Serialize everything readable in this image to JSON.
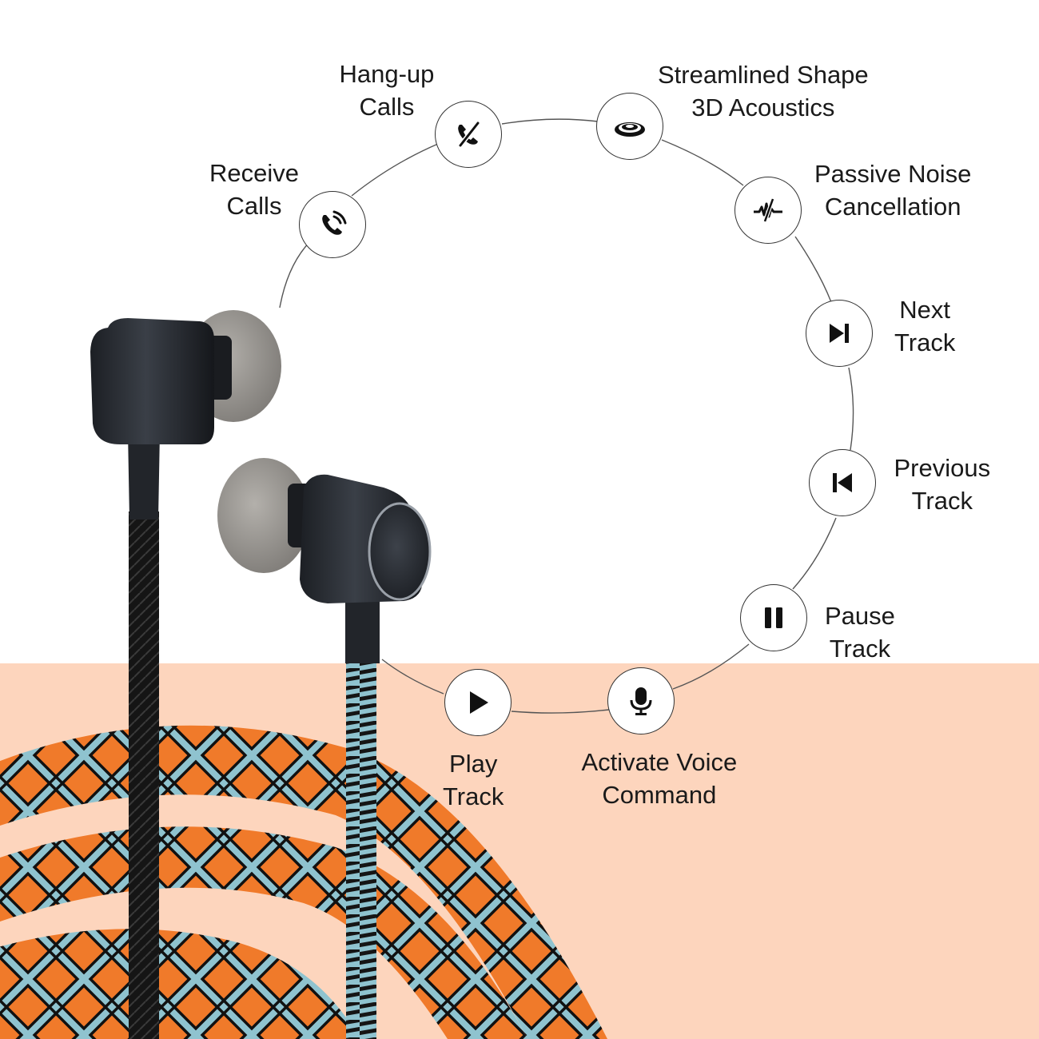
{
  "features": [
    {
      "id": "receive-calls",
      "icon": "phone-ringing-icon",
      "line1": "Receive",
      "line2": "Calls"
    },
    {
      "id": "hang-up-calls",
      "icon": "phone-hangup-icon",
      "line1": "Hang-up",
      "line2": "Calls"
    },
    {
      "id": "streamlined",
      "icon": "sound-rings-icon",
      "line1": "Streamlined Shape",
      "line2": "3D Acoustics"
    },
    {
      "id": "noise-cancel",
      "icon": "noise-wave-icon",
      "line1": "Passive Noise",
      "line2": "Cancellation"
    },
    {
      "id": "next-track",
      "icon": "next-track-icon",
      "line1": "Next",
      "line2": "Track"
    },
    {
      "id": "previous-track",
      "icon": "previous-track-icon",
      "line1": "Previous",
      "line2": "Track"
    },
    {
      "id": "pause-track",
      "icon": "pause-icon",
      "line1": "Pause",
      "line2": "Track"
    },
    {
      "id": "voice-command",
      "icon": "microphone-icon",
      "line1": "Activate Voice",
      "line2": "Command"
    },
    {
      "id": "play-track",
      "icon": "play-icon",
      "line1": "Play",
      "line2": "Track"
    }
  ],
  "colors": {
    "peach_background": "#fdd5bd",
    "cable_orange": "#f07a2a",
    "cable_teal": "#8fc3cf",
    "earbud_body": "#2b2f36",
    "ear_tip": "#9a9793"
  }
}
